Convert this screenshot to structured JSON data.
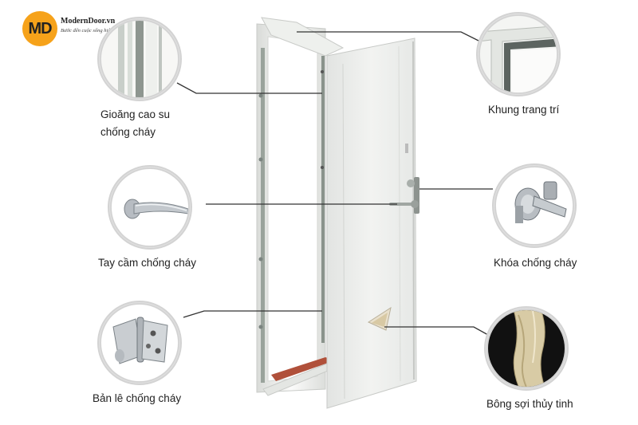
{
  "logo": {
    "badge_text": "MD",
    "name": "ModernDoor.vn",
    "slogan": "Bước đến cuộc sống hiện đại."
  },
  "labels": {
    "gasket_line1": "Gioăng cao su",
    "gasket_line2": "chống cháy",
    "frame": "Khung trang trí",
    "handle": "Tay cầm chống cháy",
    "lock": "Khóa chống cháy",
    "hinge": "Bản lê chống cháy",
    "glasswool": "Bông sợi thủy tinh"
  },
  "icons": {
    "gasket": "gasket-closeup-icon",
    "frame": "frame-corner-icon",
    "handle": "lever-handle-icon",
    "lock": "door-lock-icon",
    "hinge": "hinge-icon",
    "glasswool": "glass-wool-icon"
  },
  "colors": {
    "logo_orange": "#f6a21a",
    "door_panel": "#eceeec",
    "frame": "#f3f4f2",
    "leader_line": "#333333",
    "circle_ring": "#d8d8d8",
    "threshold_red": "#b0503a"
  }
}
